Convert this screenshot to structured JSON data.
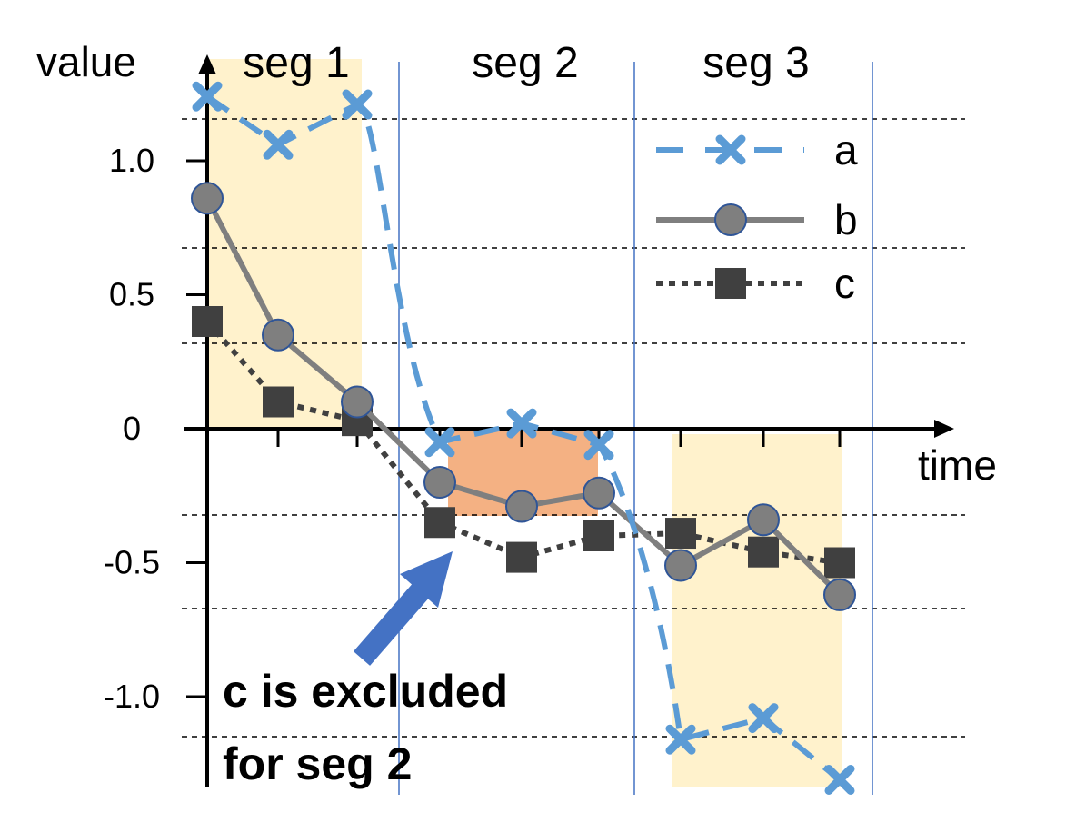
{
  "chart_data": {
    "type": "line",
    "title": "",
    "xlabel": "time",
    "ylabel": "value",
    "yticks": [
      "1.0",
      "0.5",
      "0",
      "-0.5",
      "-1.0"
    ],
    "ytick_values": [
      1.0,
      0.5,
      0,
      -0.5,
      -1.0
    ],
    "ylim": [
      -1.35,
      1.38
    ],
    "grid": "dashed horizontal reference lines",
    "legend_position": "top-right",
    "segments": [
      {
        "label": "seg 1",
        "x_start": 0,
        "x_end": 2,
        "highlight": "yellow"
      },
      {
        "label": "seg 2",
        "x_start": 3,
        "x_end": 5,
        "highlight": "orange"
      },
      {
        "label": "seg 3",
        "x_start": 6,
        "x_end": 8,
        "highlight": "yellow"
      }
    ],
    "x": [
      0,
      1,
      2,
      3,
      4,
      5,
      6,
      7,
      8
    ],
    "series": [
      {
        "name": "a",
        "style": "dashed",
        "marker": "x",
        "color": "#5B9BD5",
        "values": [
          1.24,
          1.06,
          1.21,
          -0.05,
          0.02,
          -0.06,
          -1.16,
          -1.08,
          -1.31
        ]
      },
      {
        "name": "b",
        "style": "solid",
        "marker": "circle",
        "color": "#7F7F7F",
        "values": [
          0.86,
          0.35,
          0.1,
          -0.2,
          -0.29,
          -0.24,
          -0.51,
          -0.34,
          -0.62
        ]
      },
      {
        "name": "c",
        "style": "dotted",
        "marker": "square",
        "color": "#404040",
        "values": [
          0.4,
          0.1,
          0.03,
          -0.35,
          -0.48,
          -0.4,
          -0.39,
          -0.46,
          -0.5
        ]
      }
    ],
    "excluded_series_values": [
      {
        "series": "c",
        "segment": "seg 2"
      }
    ],
    "annotation": {
      "line1": "c is excluded",
      "line2": "for seg 2",
      "color": "#4472C4"
    }
  }
}
